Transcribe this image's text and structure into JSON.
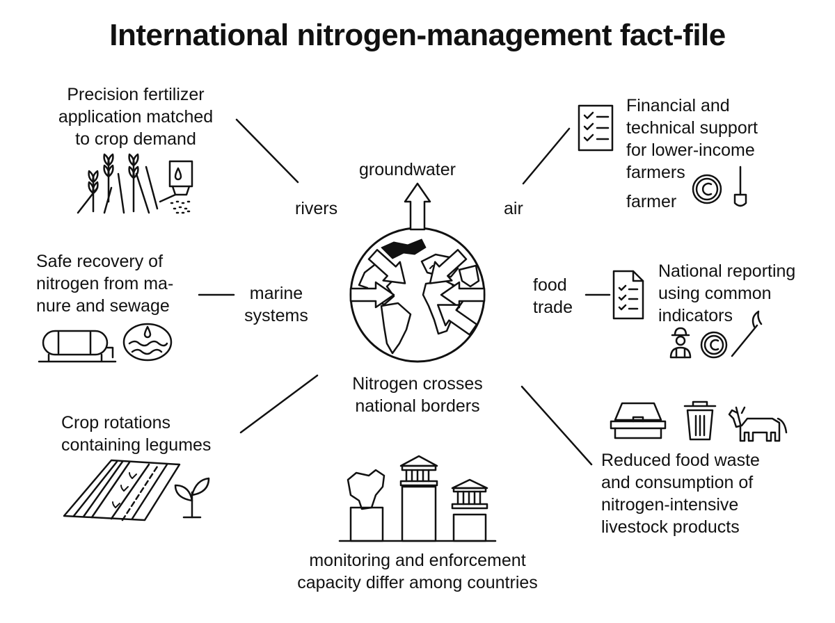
{
  "title": "International nitrogen-management fact-file",
  "center_label": "Nitrogen crosses\nnational borders",
  "pathways": {
    "groundwater": "groundwater",
    "rivers": "rivers",
    "air": "air",
    "marine": "marine\nsystems",
    "food_trade": "food\ntrade"
  },
  "measures": {
    "precision": "Precision fertilizer\napplication matched\nto crop demand",
    "financial": "Financial and\ntechnical support\nfor lower-income\nfarmers",
    "farmer_label": "farmer",
    "recovery": "Safe recovery of\nnitrogen from ma-\nnure and sewage",
    "reporting": "National reporting\nusing common\nindicators",
    "rotations": "Crop rotations\ncontaining legumes",
    "food_waste": "Reduced food waste\nand consumption of\nnitrogen-intensive\nlivestock products"
  },
  "bottom_caption": "monitoring and enforcement\ncapacity differ among countries",
  "icons": {
    "precision": [
      "wheat-icon",
      "crop-rows-icon",
      "fertilizer-dispenser-icon"
    ],
    "financial": [
      "checklist-icon",
      "copyright-icon",
      "spade-icon"
    ],
    "recovery": [
      "tank-icon",
      "manure-pond-icon"
    ],
    "reporting": [
      "report-document-icon",
      "farmer-icon",
      "copyright-icon",
      "sickle-icon"
    ],
    "rotations": [
      "legume-field-icon",
      "seedling-icon"
    ],
    "food_waste": [
      "food-container-icon",
      "trash-can-icon",
      "cow-icon"
    ],
    "center": [
      "globe-icon"
    ],
    "bottom": [
      "country-map-icon",
      "government-building-icon",
      "bar-chart-icon"
    ]
  },
  "colors": {
    "ink": "#111111",
    "background": "#ffffff"
  }
}
